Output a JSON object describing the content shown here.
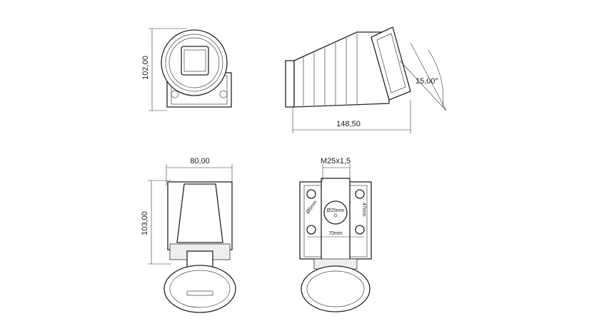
{
  "views": {
    "front": {
      "height_dim": "102,00"
    },
    "side": {
      "length_dim": "148,50",
      "angle_dim": "15,00°"
    },
    "bottom": {
      "width_dim": "80,00",
      "height_dim": "103,00"
    },
    "rear": {
      "thread_dim": "M25x1,5",
      "hole_dia": "Ø5mm",
      "center_dia": "Ø25mm",
      "vertical_spacing": "47mm",
      "horizontal_spacing": "70mm"
    }
  }
}
